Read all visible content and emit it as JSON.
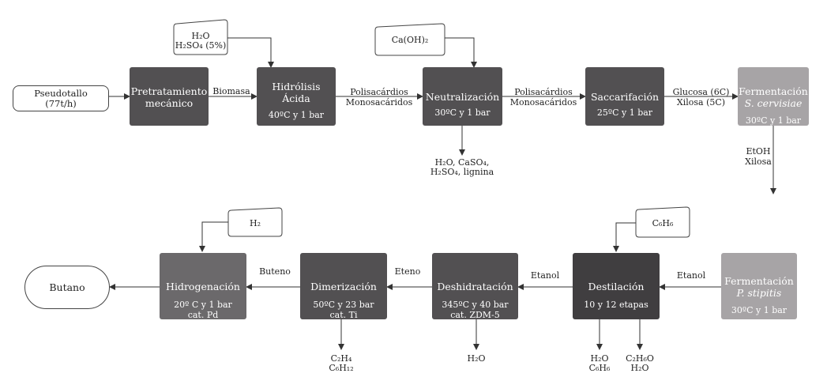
{
  "inputs": {
    "pseudotallo": [
      "Pseudotallo",
      "(77t/h)"
    ],
    "water_acid": [
      "H₂O",
      "H₂SO₄ (5%)"
    ],
    "lime": "Ca(OH)₂",
    "benzene": "C₆H₆",
    "hydrogen": "H₂"
  },
  "units": {
    "pretratamiento": {
      "title": [
        "Pretratamiento",
        "mecánico"
      ],
      "cond": ""
    },
    "hidrolisis": {
      "title": "Hidrólisis Ácida",
      "cond": "40ºC y 1 bar"
    },
    "neutralizacion": {
      "title": "Neutralización",
      "cond": "30ºC y 1 bar"
    },
    "saccarificacion": {
      "title": "Saccarifación",
      "cond": "25ºC y 1 bar"
    },
    "fermentacion1": {
      "title": "Fermentación",
      "organism": "S. cervisiae",
      "cond": "30ºC y 1 bar"
    },
    "fermentacion2": {
      "title": "Fermentación",
      "organism": "P. stipitis",
      "cond": "30ºC y 1 bar"
    },
    "destilacion": {
      "title": "Destilación",
      "cond": "10 y 12 etapas"
    },
    "deshidratacion": {
      "title": "Deshidratación",
      "cond": [
        "345ºC y 40 bar",
        "cat. ZDM-5"
      ]
    },
    "dimerizacion": {
      "title": "Dimerización",
      "cond": [
        "50ºC y 23 bar",
        "cat. Ti"
      ]
    },
    "hidrogenacion": {
      "title": "Hidrogenación",
      "cond": [
        "20º C y 1 bar",
        "cat. Pd"
      ]
    }
  },
  "product": "Butano",
  "streams": {
    "biomasa": "Biomasa",
    "polisac1": [
      "Polisacárdios",
      "Monosacáridos"
    ],
    "polisac2": [
      "Polisacárdios",
      "Monosacáridos"
    ],
    "glucosa": [
      "Glucosa (6C)",
      "Xilosa (5C)"
    ],
    "etoh": [
      "EtOH",
      "Xilosa"
    ],
    "etanol1": "Etanol",
    "etanol2": "Etanol",
    "eteno": "Eteno",
    "buteno": "Buteno"
  },
  "outputs": {
    "neutralizacion": [
      "H₂O, CaSO₄,",
      "H₂SO₄, lignina"
    ],
    "destilacion_a": [
      "H₂O",
      "C₆H₆"
    ],
    "destilacion_b": [
      "C₂H₆O",
      "H₂O"
    ],
    "deshidratacion": "H₂O",
    "dimerizacion": [
      "C₂H₄",
      "C₆H₁₂"
    ]
  }
}
